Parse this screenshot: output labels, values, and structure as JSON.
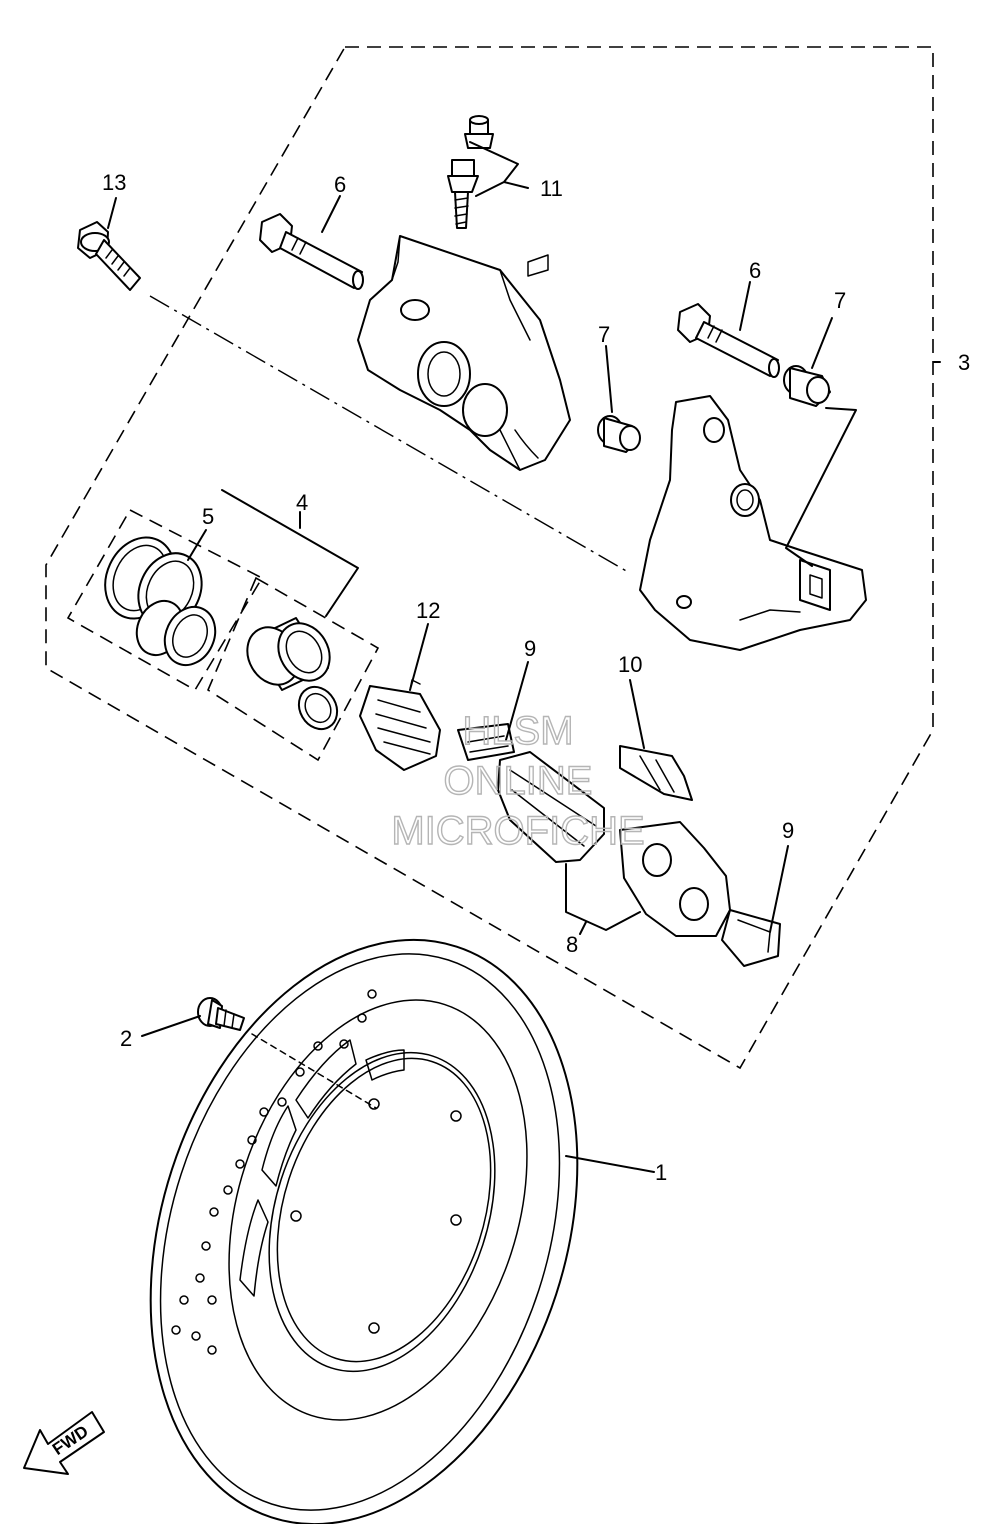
{
  "callouts": {
    "c1": "1",
    "c2": "2",
    "c3": "3",
    "c4": "4",
    "c5": "5",
    "c6a": "6",
    "c6b": "6",
    "c7a": "7",
    "c7b": "7",
    "c8": "8",
    "c9a": "9",
    "c9b": "9",
    "c10": "10",
    "c11": "11",
    "c12": "12",
    "c13": "13"
  },
  "watermark": {
    "line1": "HLSM",
    "line2": "ONLINE",
    "line3": "MICROFICHE"
  },
  "fwd_badge": "FWD",
  "icons": {
    "direction": "fwd-arrow-icon"
  }
}
